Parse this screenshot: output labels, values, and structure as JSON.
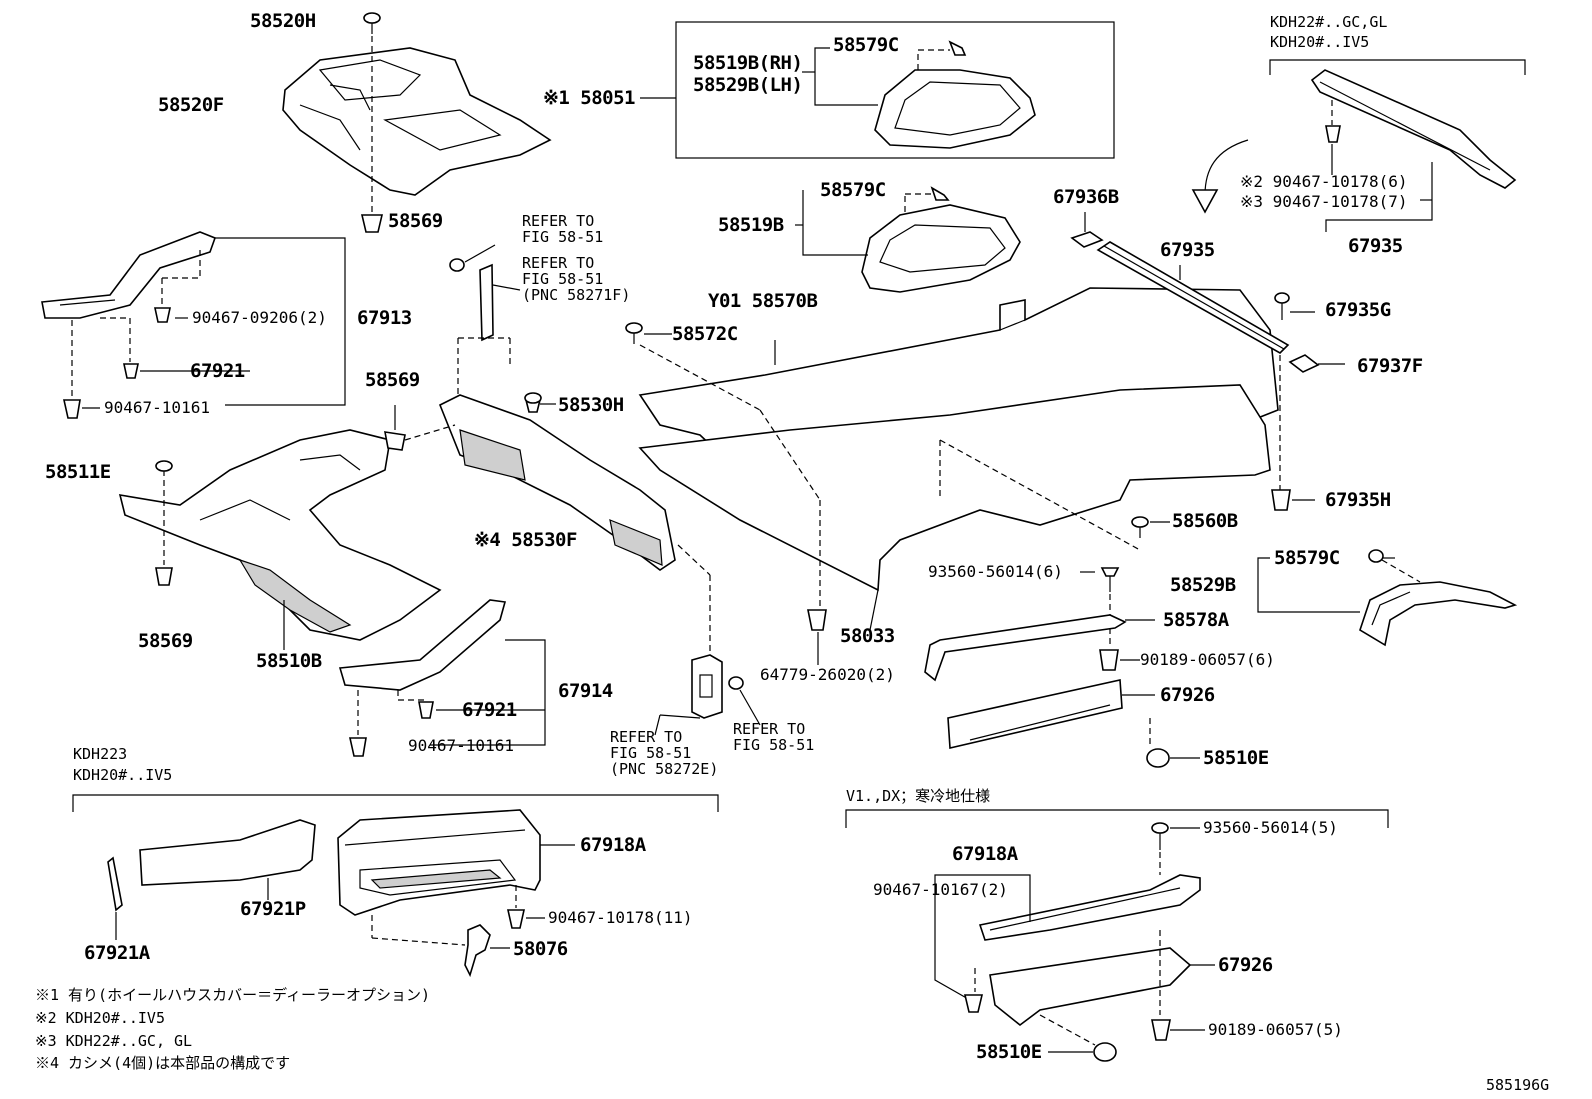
{
  "labels": {
    "p58520H": "58520H",
    "p58520F": "58520F",
    "p58569a": "58569",
    "p58569b": "58569",
    "p58569c": "58569",
    "p90467_09206": "90467-09206(2)",
    "p67913": "67913",
    "p67921a": "67921",
    "p90467_10161a": "90467-10161",
    "p58511E": "58511E",
    "p58510B": "58510B",
    "p67914": "67914",
    "p67921b": "67921",
    "p90467_10161b": "90467-10161",
    "opt58051": "※1 58051",
    "p58519B_RH": "58519B(RH)",
    "p58529B_LH": "58529B(LH)",
    "p58579Ca": "58579C",
    "p58579Cb": "58579C",
    "p58579Cc": "58579C",
    "p58519B": "58519B",
    "p58572C": "58572C",
    "p58530H": "58530H",
    "p58530F": "※4 58530F",
    "pY01_58570B": "Y01 58570B",
    "p58033": "58033",
    "p64779": "64779-26020(2)",
    "p67936B": "67936B",
    "p67935a": "67935",
    "p67935b": "67935",
    "p67935G": "67935G",
    "p67937F": "67937F",
    "p67935H": "67935H",
    "p58560B": "58560B",
    "p90467_10178_6": "※2 90467-10178(6)",
    "p90467_10178_7": "※3 90467-10178(7)",
    "p93560_6": "93560-56014(6)",
    "p58529B": "58529B",
    "p58578A": "58578A",
    "p90189_6": "90189-06057(6)",
    "p67926a": "67926",
    "p58510Ea": "58510E",
    "p67918Aa": "67918A",
    "p90467_10178_11": "90467-10178(11)",
    "p67921P": "67921P",
    "p67921A": "67921A",
    "p58076": "58076",
    "p93560_5": "93560-56014(5)",
    "p67918Ab": "67918A",
    "p90467_10167": "90467-10167(2)",
    "p67926b": "67926",
    "p90189_5": "90189-06057(5)",
    "p58510Eb": "58510E"
  },
  "refs": {
    "r1_l1": "REFER TO",
    "r1_l2": "FIG 58-51",
    "r2_l1": "REFER TO",
    "r2_l2": "FIG 58-51",
    "r2_l3": "(PNC 58271F)",
    "r3_l1": "REFER TO",
    "r3_l2": "FIG 58-51",
    "r3_l3": "(PNC 58272E)",
    "r4_l1": "REFER TO",
    "r4_l2": "FIG 58-51"
  },
  "groups": {
    "top_right_l1": "KDH22#..GC,GL",
    "top_right_l2": "KDH20#..IV5",
    "bottom_left_l1": "KDH223",
    "bottom_left_l2": "KDH20#..IV5",
    "bottom_right": "V1.,DX；寒冷地仕様"
  },
  "notes": {
    "n1": "※1 有り(ホイールハウスカバー＝ディーラーオプション)",
    "n2": "※2 KDH20#..IV5",
    "n3": "※3 KDH22#..GC, GL",
    "n4": "※4 カシメ(4個)は本部品の構成です"
  },
  "figure_id": "585196G"
}
